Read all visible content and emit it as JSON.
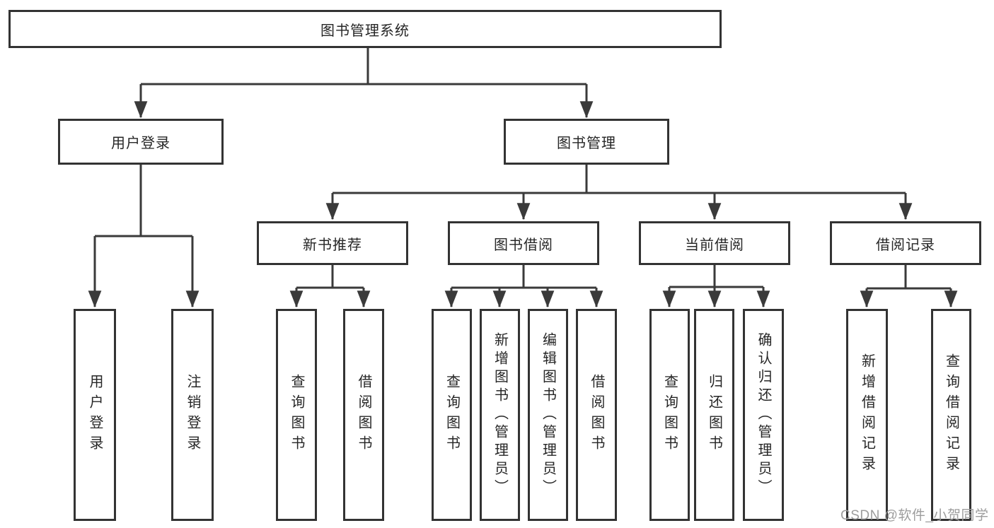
{
  "diagram_title": "图书管理系统",
  "nodes": {
    "root": "图书管理系统",
    "l2": [
      "用户登录",
      "图书管理"
    ],
    "l3": [
      "新书推荐",
      "图书借阅",
      "当前借阅",
      "借阅记录"
    ],
    "leaves_user_login": [
      "用户登录",
      "注销登录"
    ],
    "leaves_new_book": [
      "查询图书",
      "借阅图书"
    ],
    "leaves_book_borrow": [
      "查询图书",
      "新增图书（管理员）",
      "编辑图书（管理员）",
      "借阅图书"
    ],
    "leaves_current_borrow": [
      "查询图书",
      "归还图书",
      "确认归还（管理员）"
    ],
    "leaves_borrow_records": [
      "新增借阅记录",
      "查询借阅记录"
    ]
  },
  "watermark": "CSDN @软件_小贺同学",
  "colors": {
    "background": "#ffffff",
    "box_border": "#333333",
    "connector_line": "#3a3a3a",
    "text": "#262626",
    "watermark_text": "#9d9d9d"
  }
}
